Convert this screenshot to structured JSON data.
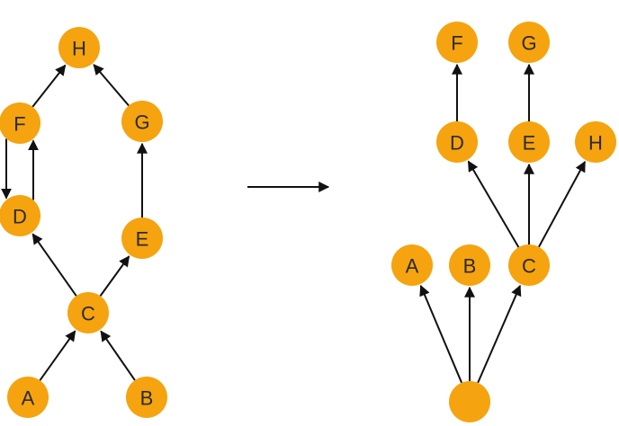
{
  "diagram": {
    "node_color": "#F5A30F",
    "left_graph": {
      "nodes": [
        {
          "id": "H",
          "label": "H"
        },
        {
          "id": "F",
          "label": "F"
        },
        {
          "id": "G",
          "label": "G"
        },
        {
          "id": "D",
          "label": "D"
        },
        {
          "id": "E",
          "label": "E"
        },
        {
          "id": "C",
          "label": "C"
        },
        {
          "id": "A",
          "label": "A"
        },
        {
          "id": "B",
          "label": "B"
        }
      ],
      "edges": [
        {
          "from": "F",
          "to": "H"
        },
        {
          "from": "G",
          "to": "H"
        },
        {
          "from": "F",
          "to": "D"
        },
        {
          "from": "D",
          "to": "F"
        },
        {
          "from": "E",
          "to": "G"
        },
        {
          "from": "C",
          "to": "D"
        },
        {
          "from": "C",
          "to": "E"
        },
        {
          "from": "A",
          "to": "C"
        },
        {
          "from": "B",
          "to": "C"
        }
      ]
    },
    "transform_arrow": {
      "from": "left_graph",
      "to": "right_graph"
    },
    "right_graph": {
      "nodes": [
        {
          "id": "F",
          "label": "F"
        },
        {
          "id": "G",
          "label": "G"
        },
        {
          "id": "D",
          "label": "D"
        },
        {
          "id": "E",
          "label": "E"
        },
        {
          "id": "H",
          "label": "H"
        },
        {
          "id": "A",
          "label": "A"
        },
        {
          "id": "B",
          "label": "B"
        },
        {
          "id": "C",
          "label": "C"
        },
        {
          "id": "root",
          "label": ""
        }
      ],
      "edges": [
        {
          "from": "D",
          "to": "F"
        },
        {
          "from": "E",
          "to": "G"
        },
        {
          "from": "C",
          "to": "D"
        },
        {
          "from": "C",
          "to": "E"
        },
        {
          "from": "C",
          "to": "H"
        },
        {
          "from": "root",
          "to": "A"
        },
        {
          "from": "root",
          "to": "B"
        },
        {
          "from": "root",
          "to": "C"
        }
      ]
    }
  }
}
